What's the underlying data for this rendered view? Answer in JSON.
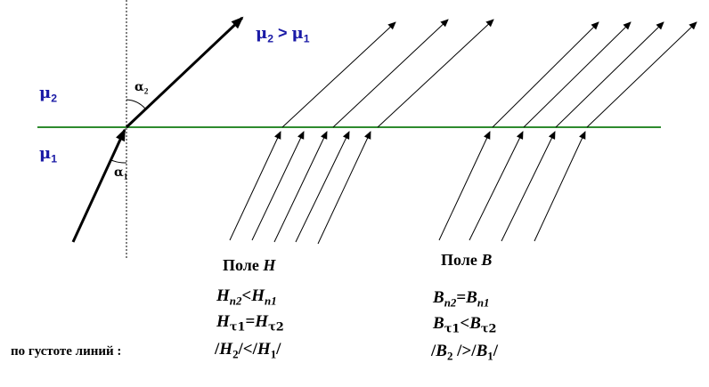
{
  "colors": {
    "interface": "#2e8b2e",
    "medium_label": "#1a1aa6",
    "lines": "#000000"
  },
  "media": {
    "relation": {
      "mu": "μ",
      "sub2": "2",
      "op": " > ",
      "sub1": "1"
    },
    "upper": {
      "mu": "μ",
      "sub": "2"
    },
    "lower": {
      "mu": "μ",
      "sub": "1"
    }
  },
  "angles": {
    "alpha2": {
      "sym": "α",
      "sub": "2"
    },
    "alpha1": {
      "sym": "α",
      "sub": "1"
    }
  },
  "field_h": {
    "title_prefix": "Поле ",
    "title_sym": "H",
    "normal": {
      "l": "H",
      "ls": "n2",
      "op": "<",
      "r": "H",
      "rs": "n1"
    },
    "tangent": {
      "l": "H",
      "ls": "τ1",
      "op": "=",
      "r": "H",
      "rs": "τ2"
    },
    "density": {
      "open": "/",
      "l": "H",
      "ls": "2",
      "mid": "/</",
      "r": "H",
      "rs": "1",
      "close": "/"
    }
  },
  "field_b": {
    "title_prefix": "Поле ",
    "title_sym": "B",
    "normal": {
      "l": "B",
      "ls": "n2",
      "op": "=",
      "r": "B",
      "rs": "n1"
    },
    "tangent": {
      "l": "B",
      "ls": "τ1",
      "op": "<",
      "r": "B",
      "rs": "τ2"
    },
    "density": {
      "open": "/",
      "l": "B",
      "ls": "2",
      "mid": " />/",
      "r": "B",
      "rs": "1",
      "close": "/"
    }
  },
  "density_caption": "по густоте линий :"
}
